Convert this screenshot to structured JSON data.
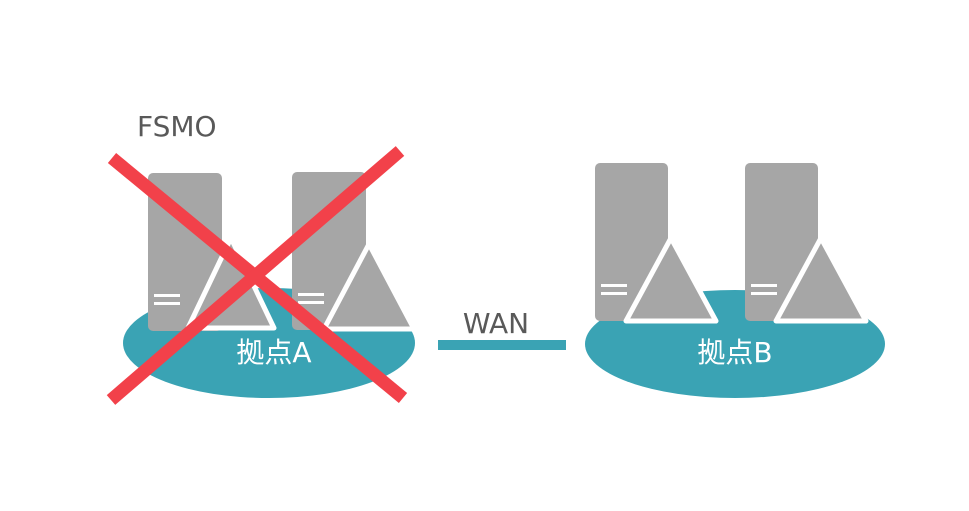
{
  "site_a": {
    "label": "拠点A",
    "role_label": "FSMO",
    "status": "failed"
  },
  "site_b": {
    "label": "拠点B"
  },
  "link": {
    "label": "WAN"
  },
  "colors": {
    "server": "#a6a6a6",
    "site": "#3aa3b4",
    "cross": "#f2414a",
    "text_dark": "#595959",
    "text_light": "#ffffff"
  },
  "icons": [
    "server-icon",
    "warning-triangle-icon",
    "cross-mark-icon"
  ]
}
